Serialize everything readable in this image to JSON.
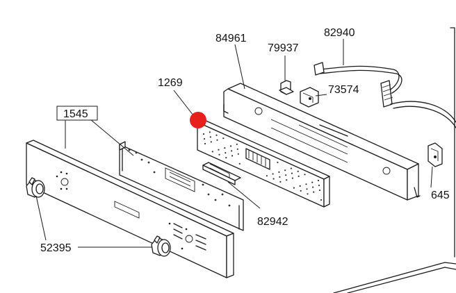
{
  "parts": {
    "p84961": "84961",
    "p79937": "79937",
    "p82940": "82940",
    "p1269": "1269",
    "p73574": "73574",
    "p1545": "1545",
    "p82942": "82942",
    "p52395": "52395",
    "p6452": "645"
  },
  "colors": {
    "marker": "#e8201c",
    "line": "#1a1a1a"
  }
}
